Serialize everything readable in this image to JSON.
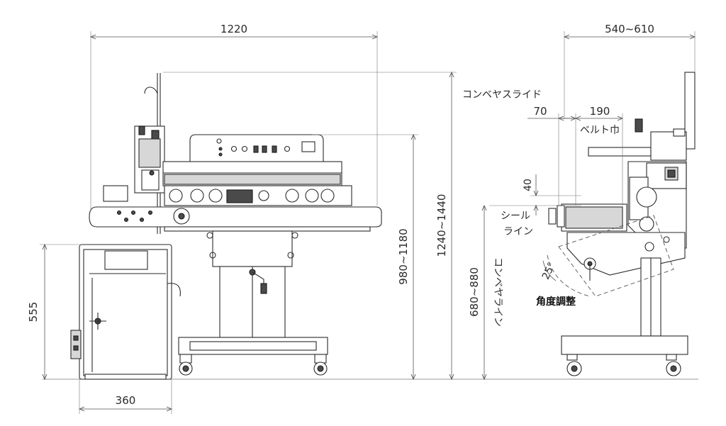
{
  "dimensions": {
    "width_total": "1220",
    "width_side": "540~610",
    "conveyor_slide": "コンベヤスライド",
    "slide_70": "70",
    "belt_190": "190",
    "belt_width": "ベルト巾",
    "height_40": "40",
    "seal_line_1": "シール",
    "seal_line_2": "ライン",
    "height_1240_1440": "1240~1440",
    "height_980_1180": "980~1180",
    "height_680_880": "680~880",
    "conveyor_line": "コンベヤライン",
    "height_555": "555",
    "width_360": "360",
    "angle_25": "25°",
    "angle_adjust": "角度調整"
  }
}
